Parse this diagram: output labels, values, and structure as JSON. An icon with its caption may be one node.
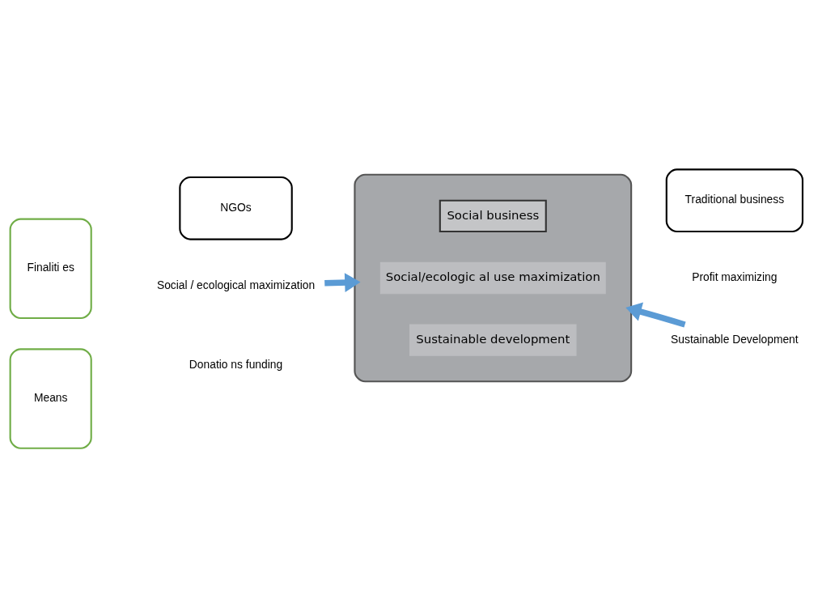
{
  "diagram": {
    "nodes": [
      {
        "text": [
          "NGOs"
        ]
      },
      {
        "text": [],
        "shape": "box"
      },
      {
        "text": [
          "Traditional business"
        ]
      },
      {
        "text": [
          "Social business"
        ],
        "in": 1
      },
      {
        "text": [
          "Finaliti es"
        ]
      },
      {
        "text": [
          "Social / ecological maximization"
        ]
      },
      {
        "text": [
          "Social/ecologic al use maximization"
        ],
        "in": 1
      },
      {
        "text": [
          "Sustainable development"
        ],
        "in": 1
      },
      {
        "text": [
          "Means"
        ]
      },
      {
        "text": [
          "Sustainable Development"
        ]
      }
    ],
    "edges": [
      {
        "from": 5,
        "to": 1,
        "arrow": "to"
      },
      {
        "from": 9,
        "to": 1,
        "arrow": "to"
      }
    ],
    "labels": [
      "Profit maximizing",
      "Donatio ns funding"
    ]
  }
}
